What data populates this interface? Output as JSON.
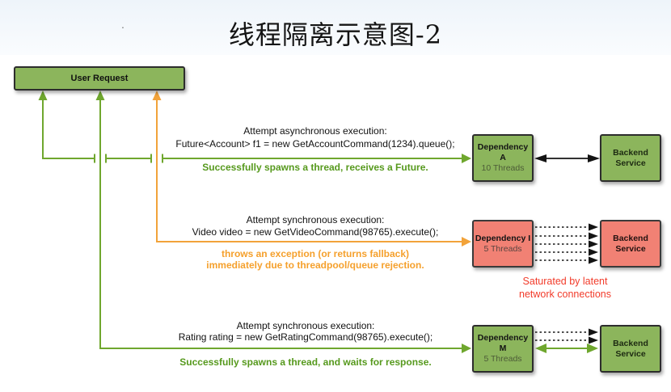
{
  "title": "线程隔离示意图-2",
  "stray_dot": ".",
  "user_request": {
    "label": "User Request"
  },
  "rows": [
    {
      "attempt": "Attempt asynchronous execution:",
      "code": "Future<Account> f1 = new GetAccountCommand(1234).queue();",
      "result_line1": "Successfully spawns a thread, receives a Future.",
      "dependency_name": "Dependency A",
      "dependency_threads": "10 Threads",
      "backend_line1": "Backend",
      "backend_line2": "Service"
    },
    {
      "attempt": "Attempt synchronous execution:",
      "code": "Video video = new GetVideoCommand(98765).execute();",
      "result_line1": "throws an exception (or returns fallback)",
      "result_line2": "immediately due to threadpool/queue rejection.",
      "dependency_name": "Dependency I",
      "dependency_threads": "5 Threads",
      "backend_line1": "Backend",
      "backend_line2": "Service"
    },
    {
      "attempt": "Attempt synchronous execution:",
      "code": "Rating rating = new GetRatingCommand(98765).execute();",
      "result_line1": "Successfully spawns a thread, and waits for response.",
      "dependency_name": "Dependency M",
      "dependency_threads": "5 Threads",
      "backend_line1": "Backend",
      "backend_line2": "Service"
    }
  ],
  "saturated_note": {
    "line1": "Saturated by latent",
    "line2": "network connections"
  },
  "colors": {
    "box_green": "#8CB55C",
    "box_red": "#F18174",
    "box_border": "#2d2d2d",
    "arrow_green": "#6FA72E",
    "arrow_orange": "#F2A33A",
    "arrow_black": "#141414",
    "result_green_text": "#56991D",
    "result_orange_text": "#F5A02C",
    "saturated_red_text": "#F23B2A",
    "header_tint": "#eef4fa"
  }
}
